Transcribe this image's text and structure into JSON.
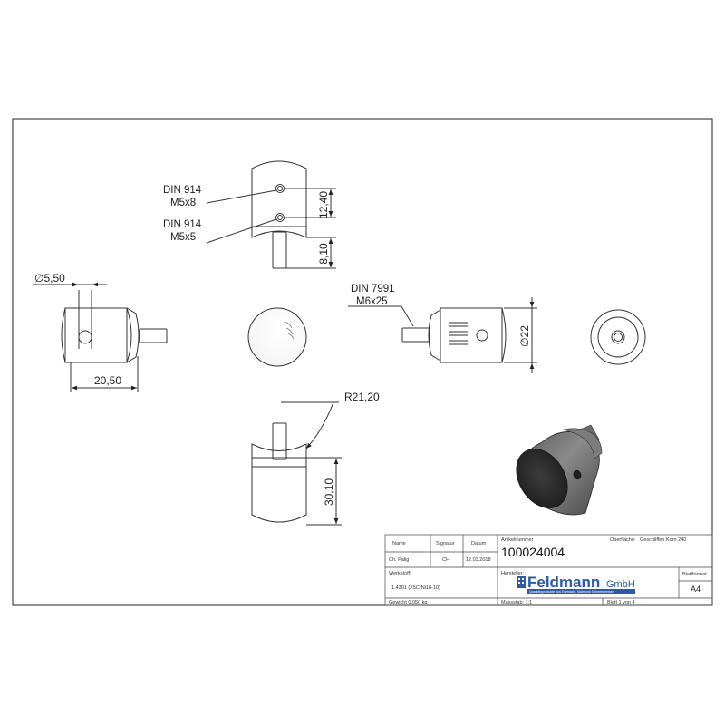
{
  "views": {
    "top": {
      "callout_1": {
        "line1": "DIN 914",
        "line2": "M5x8"
      },
      "callout_2": {
        "line1": "DIN 914",
        "line2": "M5x5"
      },
      "dim_hole_spacing": "12,40",
      "dim_pin_length": "8,10"
    },
    "left": {
      "dim_hole_diameter": "∅5,50",
      "dim_hole_position": "20,50"
    },
    "right": {
      "callout": {
        "line1": "DIN 7991",
        "line2": "M6x25"
      },
      "dim_diameter": "∅22"
    },
    "bottom": {
      "dim_radius": "R21,20",
      "dim_length": "30,10"
    }
  },
  "title_block": {
    "header_name": "Name",
    "header_signature": "Signatur",
    "header_date": "Datum",
    "drawn_by": "Ch. Palig",
    "signature": "CH",
    "date": "12.03.2018",
    "article_label": "Artikelnummer",
    "article_number": "100024004",
    "surface_label": "Oberfläche:",
    "surface_value": "Geschliffen Korn 240",
    "material_label": "Werkstoff:",
    "material_value": "1.4301 (X5CrNi18-10)",
    "manufacturer_label": "Hersteller:",
    "company_name": "Feldmann",
    "company_suffix": "GmbH",
    "company_tagline": "Qualitätsprodukte aus Edelstahl, Stahl und Schmiedeeisen",
    "format_label": "Blattformat",
    "format_value": "A4",
    "weight": "Gewicht 0.050 kg",
    "scale": "Massstab: 1:1",
    "sheet": "Blatt 1 von 4"
  }
}
